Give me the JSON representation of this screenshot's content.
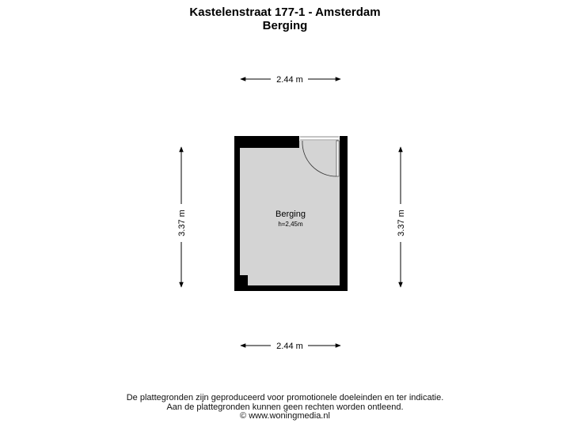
{
  "header": {
    "title": "Kastelenstraat 177-1 - Amsterdam",
    "subtitle": "Berging"
  },
  "dimensions": {
    "top": "2.44 m",
    "bottom": "2.44 m",
    "left": "3.37 m",
    "right": "3.37 m"
  },
  "room": {
    "name": "Berging",
    "height": "h=2,45m"
  },
  "colors": {
    "wall": "#000000",
    "floor": "#d4d4d4"
  },
  "footer": {
    "line1": "De plattegronden zijn geproduceerd voor promotionele doeleinden en ter indicatie.",
    "line2": "Aan de plattegronden kunnen geen rechten worden ontleend.",
    "line3": "© www.woningmedia.nl"
  }
}
